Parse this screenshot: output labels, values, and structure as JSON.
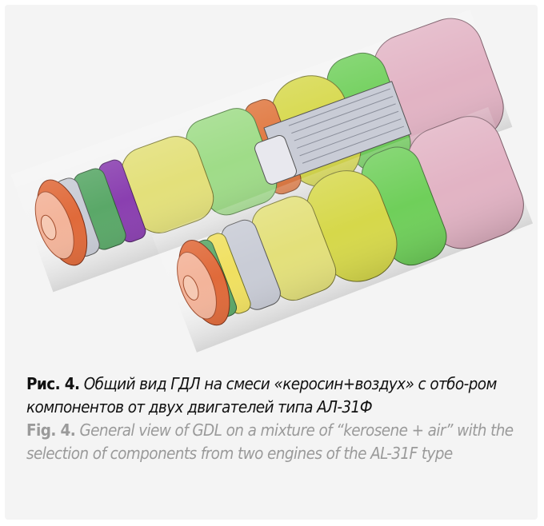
{
  "caption": {
    "ru_label": "Рис. 4.",
    "ru_text": " Общий вид ГДЛ на смеси «керосин+воздух» с отбо-ром компонентов от двух двигателей типа АЛ-31Ф",
    "en_label": "Fig. 4.",
    "en_text": " General view of GDL on a mixture of “kerosene + air” with the selection of components from two engines of the AL-31F type"
  },
  "colors": {
    "pink": "#e2b3c4",
    "green": "#6fcf5a",
    "yellow": "#d6d84a",
    "light_green": "#9fdc88",
    "orange": "#e07840",
    "gray": "#c9ccd6"
  }
}
